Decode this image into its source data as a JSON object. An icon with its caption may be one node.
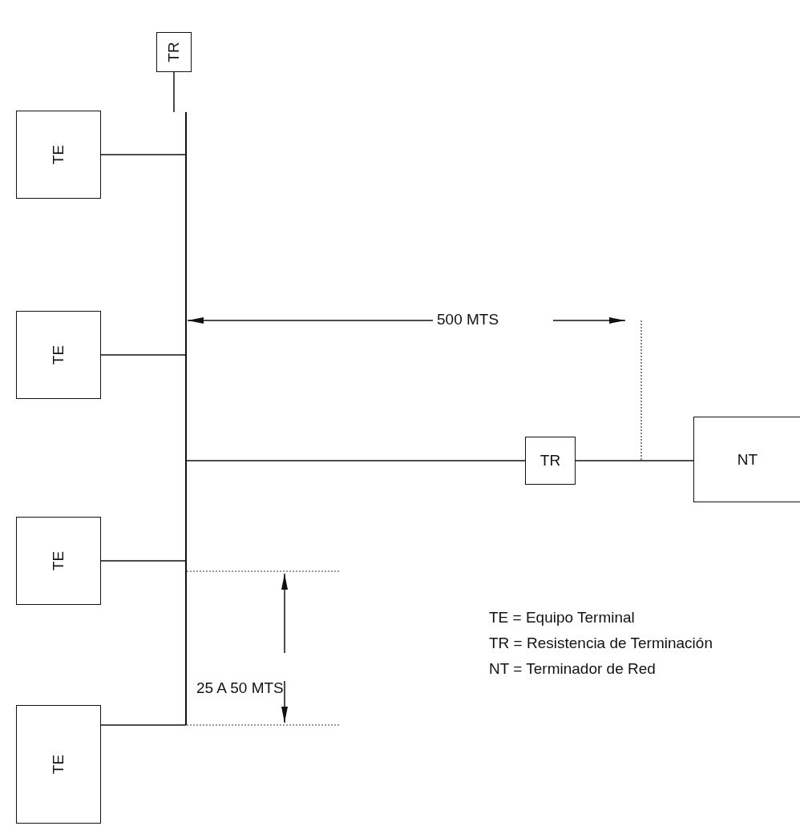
{
  "diagram": {
    "nodes": [
      {
        "text": [
          "TR"
        ]
      },
      {
        "text": [],
        "shape": "bar"
      },
      {
        "text": [
          "TE"
        ]
      },
      {
        "text": [
          "TE"
        ]
      },
      {
        "text": [
          "TR"
        ]
      },
      {
        "text": [
          "NT"
        ]
      },
      {
        "text": [
          "TE"
        ]
      },
      {
        "text": [
          "TE"
        ]
      }
    ],
    "edges": [
      {
        "from": 0,
        "to": 1,
        "arrow": "none"
      },
      {
        "from": 2,
        "to": 1,
        "arrow": "none"
      },
      {
        "from": 3,
        "to": 1,
        "arrow": "none"
      },
      {
        "from": 1,
        "to": 4,
        "arrow": "none"
      },
      {
        "from": 4,
        "to": 5,
        "arrow": "none"
      },
      {
        "from": 6,
        "to": 1,
        "arrow": "none"
      },
      {
        "from": 7,
        "to": 1,
        "arrow": "none"
      }
    ],
    "labels": [
      "500 MTS",
      "25 A 50 MTS",
      "TE = Equipo Terminal",
      "TR = Resistencia de Terminación",
      "NT = Terminador de Red"
    ]
  }
}
